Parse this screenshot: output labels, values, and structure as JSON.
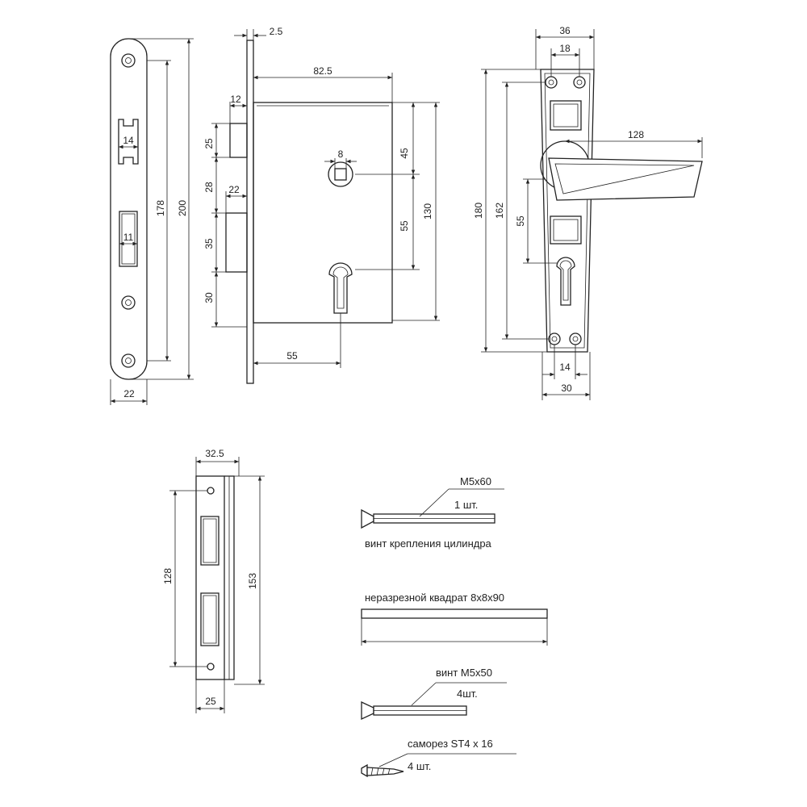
{
  "dimensions": {
    "faceplate_width": "22",
    "faceplate_inner": "178",
    "faceplate_total": "200",
    "latch_width": "14",
    "bolt_width": "11",
    "face_thickness": "2.5",
    "case_depth": "82.5",
    "latch_proj": "12",
    "bolt_proj": "22",
    "v25": "25",
    "v28": "28",
    "v35": "35",
    "v30": "30",
    "spindle": "8",
    "v45": "45",
    "v55_right": "55",
    "v130": "130",
    "backset": "55",
    "handle_w36": "36",
    "handle_w18": "18",
    "handle_len": "128",
    "plate_h180": "180",
    "plate_h162": "162",
    "plate_c55": "55",
    "plate_b14": "14",
    "plate_b30": "30",
    "strike_w": "32.5",
    "strike_h128": "128",
    "strike_h153": "153",
    "strike_b25": "25"
  },
  "parts": {
    "screw1_size": "M5x60",
    "screw1_qty": "1 шт.",
    "screw1_desc": "винт крепления цилиндра",
    "spindle_desc": "неразрезной квадрат 8x8x90",
    "spindle_len": "90",
    "screw2_desc": "винт M5x50",
    "screw2_qty": "4шт.",
    "screw3_desc": "саморез ST4 x 16",
    "screw3_qty": "4 шт."
  }
}
